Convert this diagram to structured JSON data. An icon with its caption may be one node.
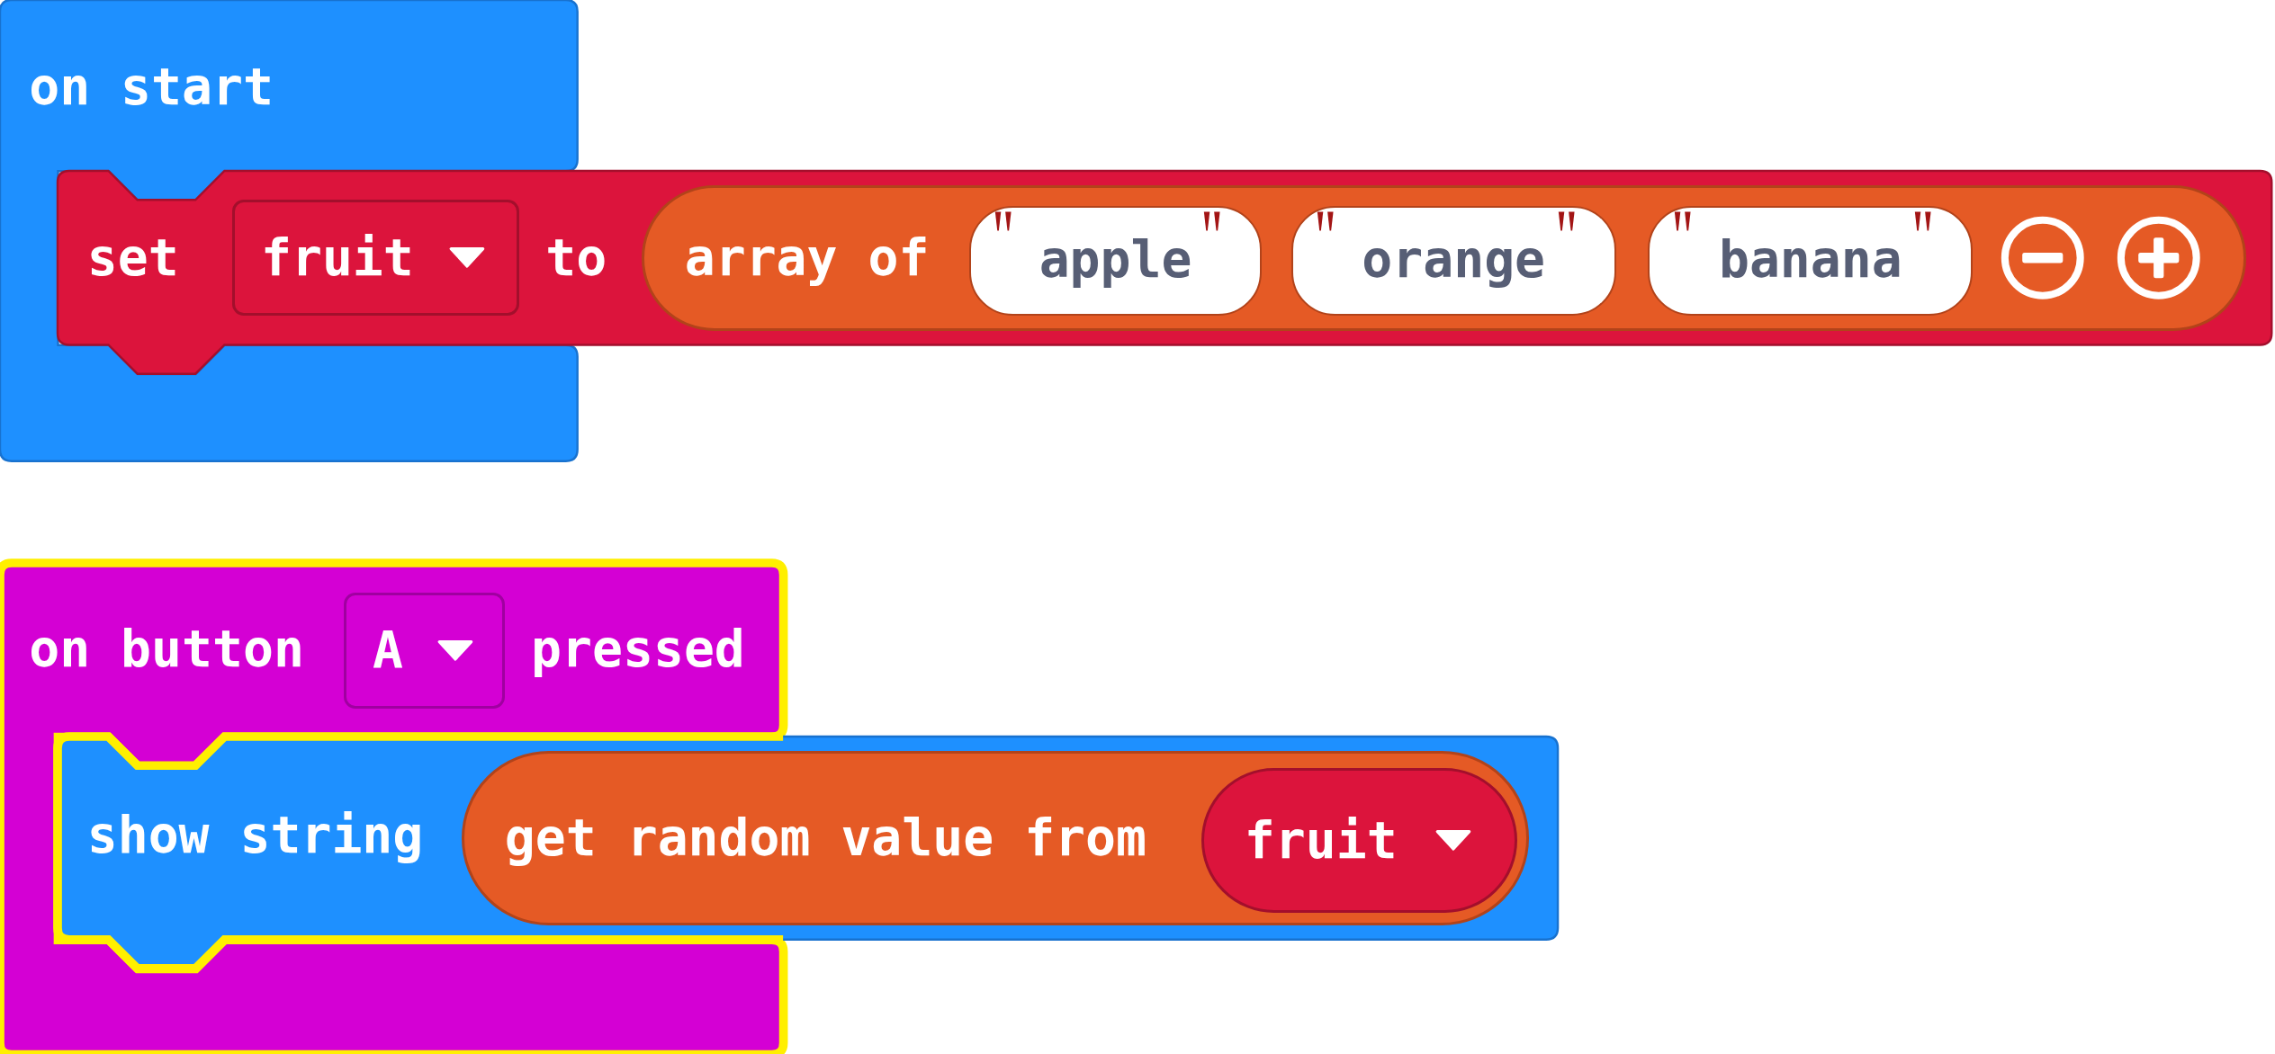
{
  "diagram": {
    "nodes": [
      {
        "text": [
          "on start"
        ]
      },
      {
        "text": [
          "set",
          "to"
        ]
      },
      {
        "text": [
          "fruit"
        ],
        "in": 1
      },
      {
        "text": [
          "array of"
        ],
        "in": 1
      },
      {
        "text": [
          "apple"
        ],
        "in": 3
      },
      {
        "text": [
          "orange"
        ],
        "in": 3
      },
      {
        "text": [
          "banana"
        ],
        "in": 3
      },
      {
        "text": [
          "on button",
          "pressed"
        ]
      },
      {
        "text": [
          "A"
        ],
        "in": 7
      },
      {
        "text": [
          "show string"
        ]
      },
      {
        "text": [
          "get random value from"
        ],
        "in": 9
      },
      {
        "text": [
          "fruit"
        ],
        "in": 10
      }
    ]
  }
}
